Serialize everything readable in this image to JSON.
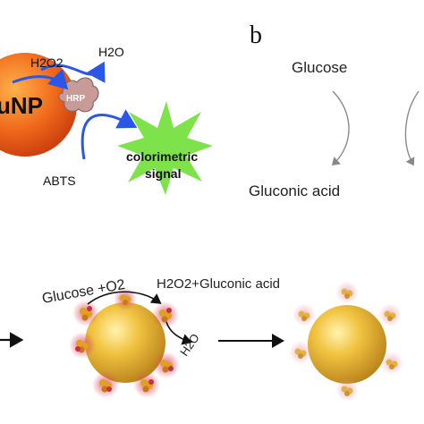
{
  "panel_a": {
    "particle_label": "uNP",
    "enzyme_label": "HRP",
    "substrate_top": "H2O2",
    "product_top": "H2O",
    "substrate_bottom": "ABTS",
    "signal_line1": "colorimetric",
    "signal_line2": "signal"
  },
  "panel_b": {
    "letter": "b",
    "substrate": "Glucose",
    "product": "Gluconic acid"
  },
  "panel_c": {
    "reactants": "Glucose +O2",
    "products": "H2O2+Gluconic acid",
    "water": "H2O"
  },
  "colors": {
    "arrow_blue": "#2a57e8",
    "particle_orange": "#ee5a1a",
    "star_green": "#7ee24a",
    "hrp_pink": "#c99a96",
    "gold_sphere": "#e7b32c",
    "gray_arrow": "#8a8a8a"
  }
}
